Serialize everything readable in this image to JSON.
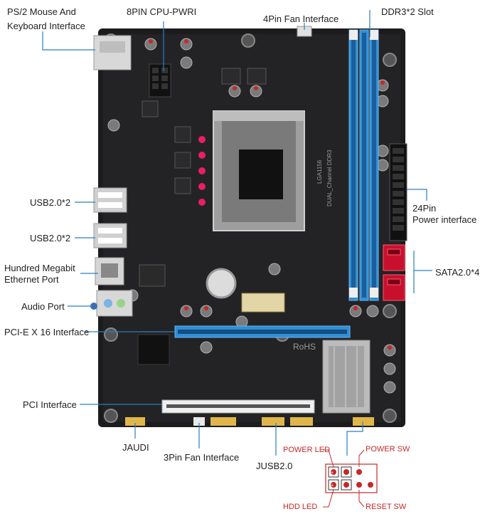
{
  "labels": {
    "ps2_line1": "PS/2 Mouse And",
    "ps2_line2": "Keyboard Interface",
    "cpu_power": "8PIN CPU-PWRI",
    "fan4": "4Pin Fan Interface",
    "ddr3": "DDR3*2 Slot",
    "usb1": "USB2.0*2",
    "usb2": "USB2.0*2",
    "ethernet_line1": "Hundred Megabit",
    "ethernet_line2": "Ethernet Port",
    "audio": "Audio Port",
    "pcie": "PCI-E X 16 Interface",
    "pci": "PCI Interface",
    "power24_line1": "24Pin",
    "power24_line2": "Power interface",
    "sata": "SATA2.0*4",
    "jaudi": "JAUDI",
    "fan3": "3Pin Fan Interface",
    "jusb": "JUSB2.0",
    "power_led": "POWER LED",
    "power_sw": "POWER SW",
    "hdd_led": "HDD LED",
    "reset_sw": "RESET SW"
  },
  "board": {
    "socket_text_1": "LGA1156",
    "socket_text_2": "DUAL_Channel DDR3",
    "rohs": "RoHS"
  },
  "colors": {
    "board": "#1c1c1e",
    "leader": "#2a7fc0",
    "dimm": "#2f8fd6",
    "sata": "#c8102e",
    "panel_frame": "#c62828",
    "text": "#222222"
  }
}
